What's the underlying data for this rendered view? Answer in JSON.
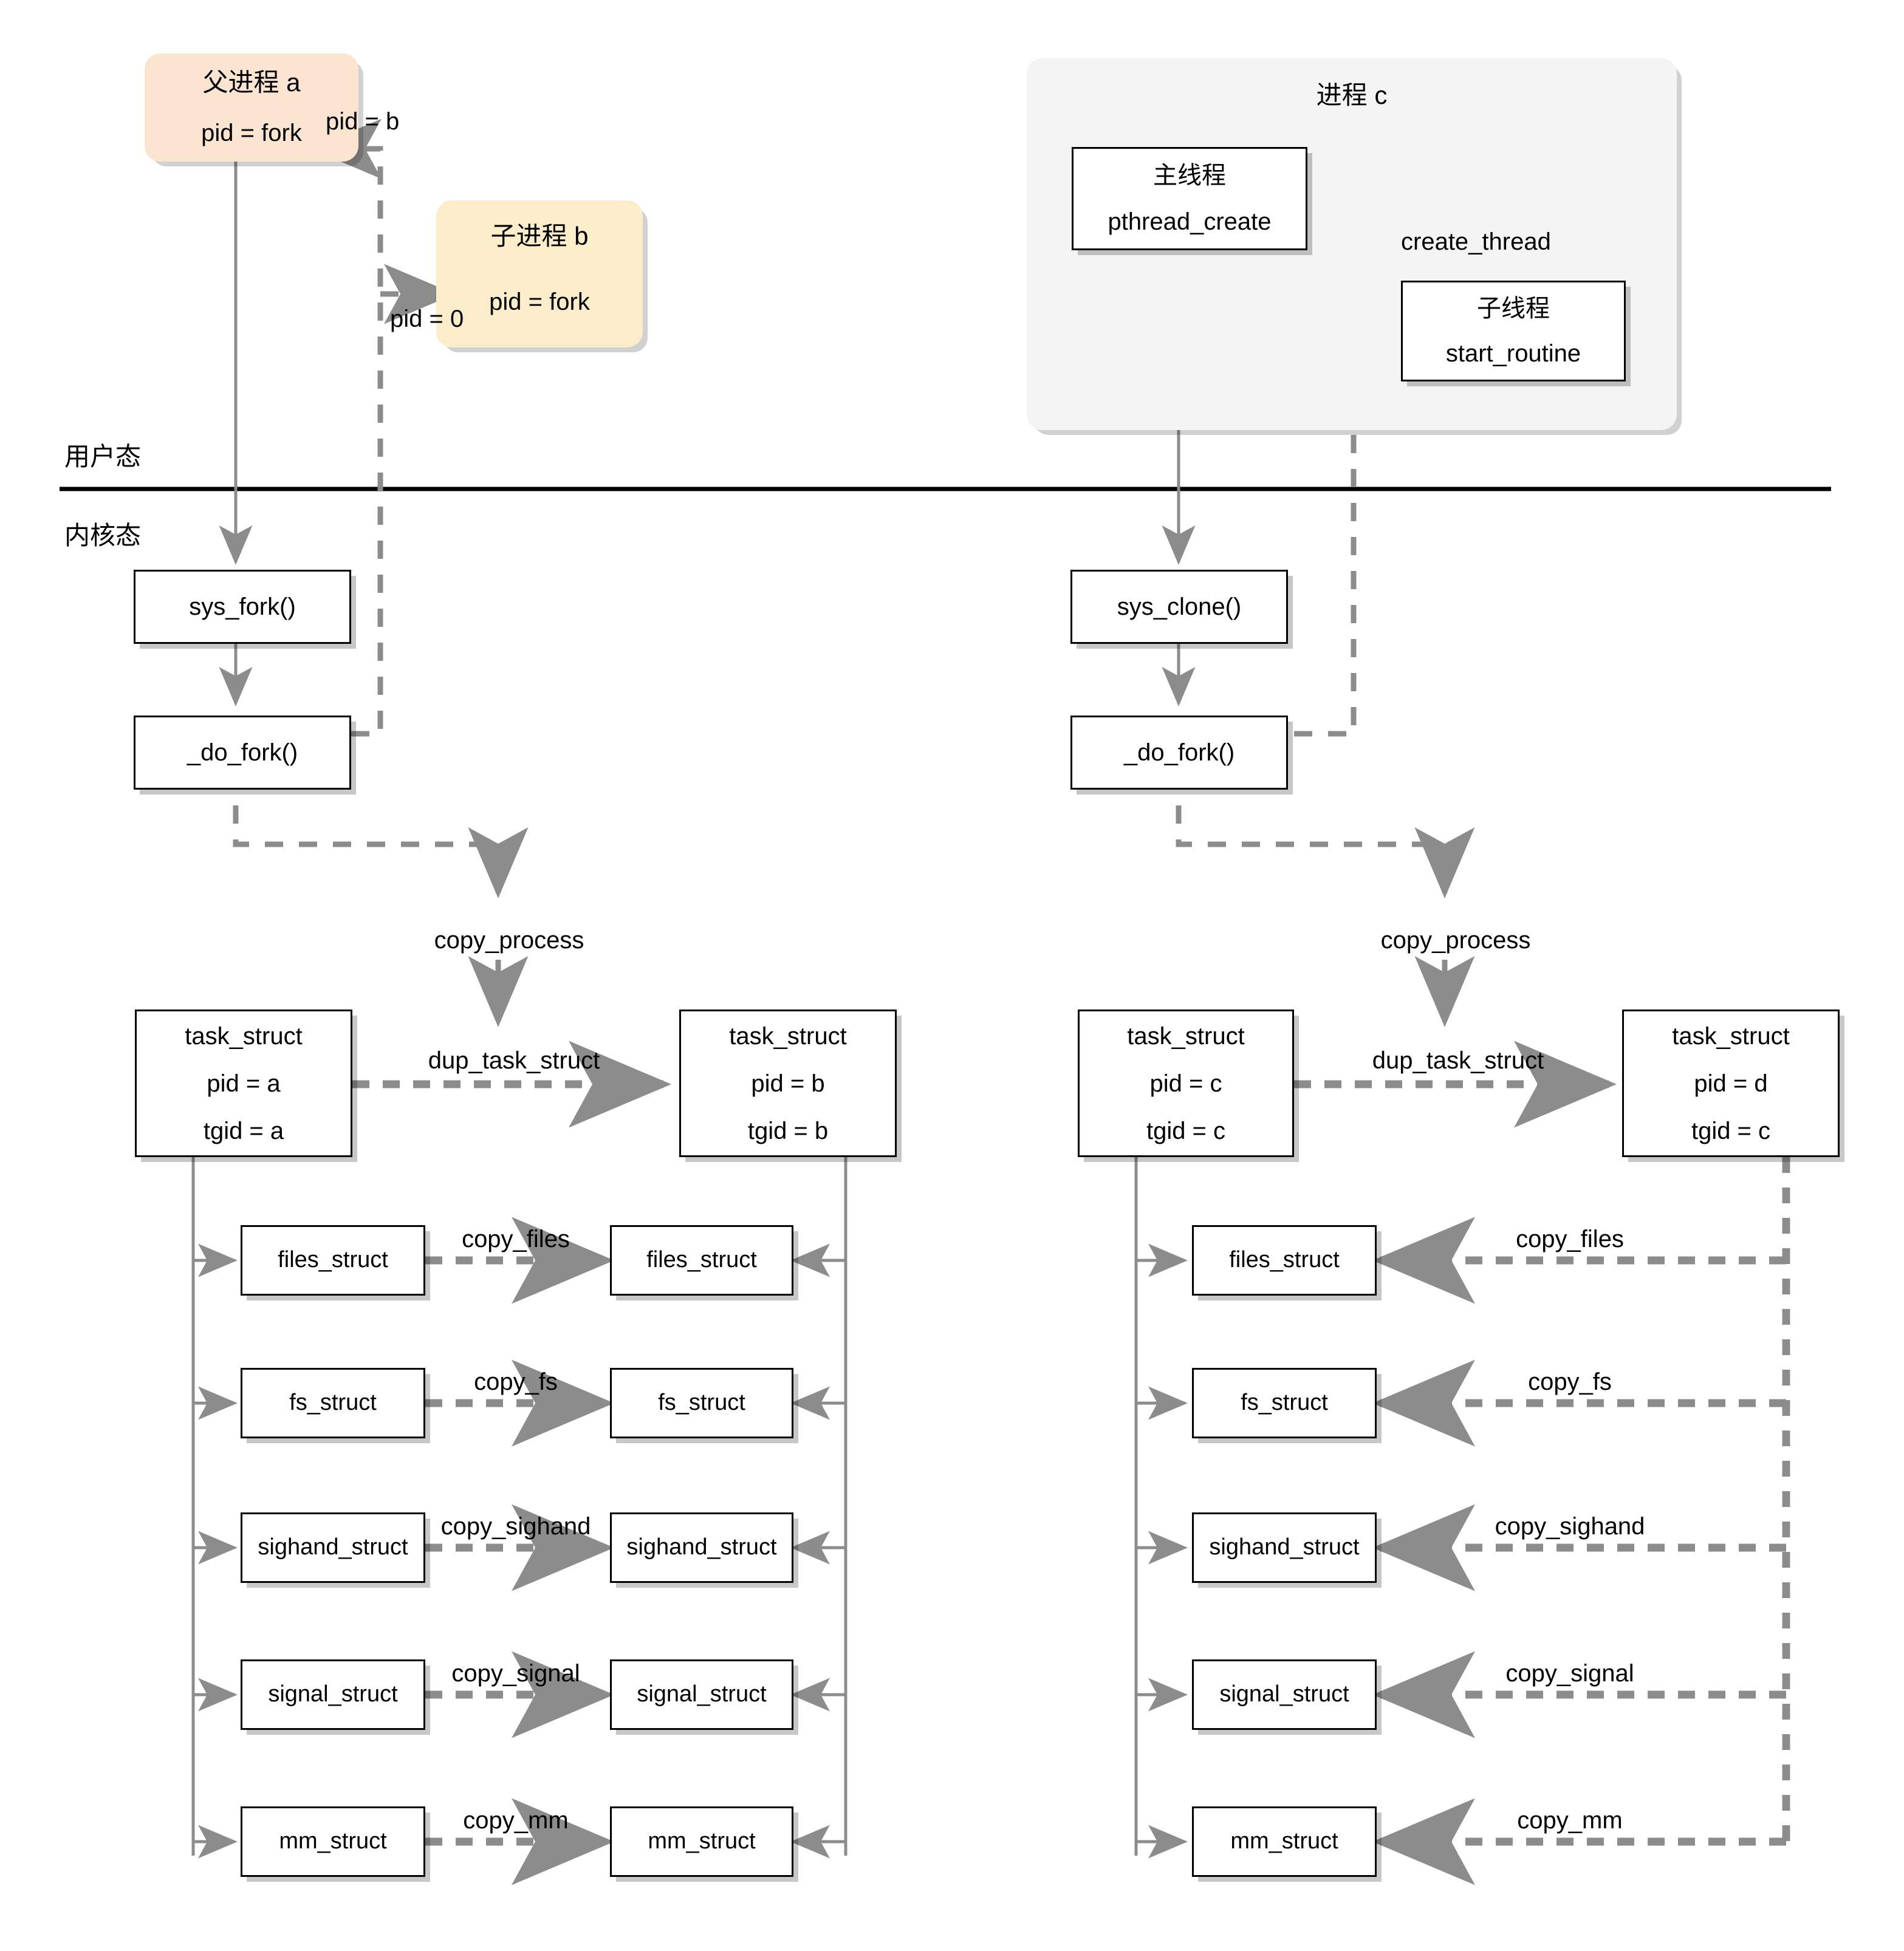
{
  "diagram": {
    "title_semantic": "linux-fork-vs-clone-kernel-flow",
    "mode_labels": {
      "user": "用户态",
      "kernel": "内核态"
    },
    "colors": {
      "parent_process_fill": "#fce5d0",
      "child_process_fill": "#fbedc9",
      "process_group_fill": "#f4f4f4",
      "box_fill": "#ffffff",
      "box_stroke": "#000000",
      "arrow_gray": "#8c8c8c",
      "shadow": "#c8c8c8"
    }
  },
  "left_flow": {
    "parent_process": {
      "title": "父进程 a",
      "body": "pid = fork"
    },
    "child_process": {
      "title": "子进程 b",
      "body": "pid = fork"
    },
    "return_parent_label": "pid = b",
    "return_child_label": "pid = 0",
    "syscall": "sys_fork()",
    "do_fork": "_do_fork()",
    "copy_process": "copy_process",
    "dup_task_struct": "dup_task_struct",
    "task_left": {
      "title": "task_struct",
      "pid": "pid = a",
      "tgid": "tgid = a"
    },
    "task_right": {
      "title": "task_struct",
      "pid": "pid = b",
      "tgid": "tgid = b"
    },
    "structs": [
      {
        "name": "files_struct",
        "copy": "copy_files"
      },
      {
        "name": "fs_struct",
        "copy": "copy_fs"
      },
      {
        "name": "sighand_struct",
        "copy": "copy_sighand"
      },
      {
        "name": "signal_struct",
        "copy": "copy_signal"
      },
      {
        "name": "mm_struct",
        "copy": "copy_mm"
      }
    ]
  },
  "right_flow": {
    "process_group": {
      "title": "进程 c"
    },
    "main_thread": {
      "title": "主线程",
      "body": "pthread_create"
    },
    "child_thread": {
      "title": "子线程",
      "body": "start_routine"
    },
    "create_thread_label": "create_thread",
    "syscall": "sys_clone()",
    "do_fork": "_do_fork()",
    "copy_process": "copy_process",
    "dup_task_struct": "dup_task_struct",
    "task_left": {
      "title": "task_struct",
      "pid": "pid = c",
      "tgid": "tgid = c"
    },
    "task_right": {
      "title": "task_struct",
      "pid": "pid = d",
      "tgid": "tgid = c"
    },
    "structs": [
      {
        "name": "files_struct",
        "copy": "copy_files"
      },
      {
        "name": "fs_struct",
        "copy": "copy_fs"
      },
      {
        "name": "sighand_struct",
        "copy": "copy_sighand"
      },
      {
        "name": "signal_struct",
        "copy": "copy_signal"
      },
      {
        "name": "mm_struct",
        "copy": "copy_mm"
      }
    ]
  }
}
